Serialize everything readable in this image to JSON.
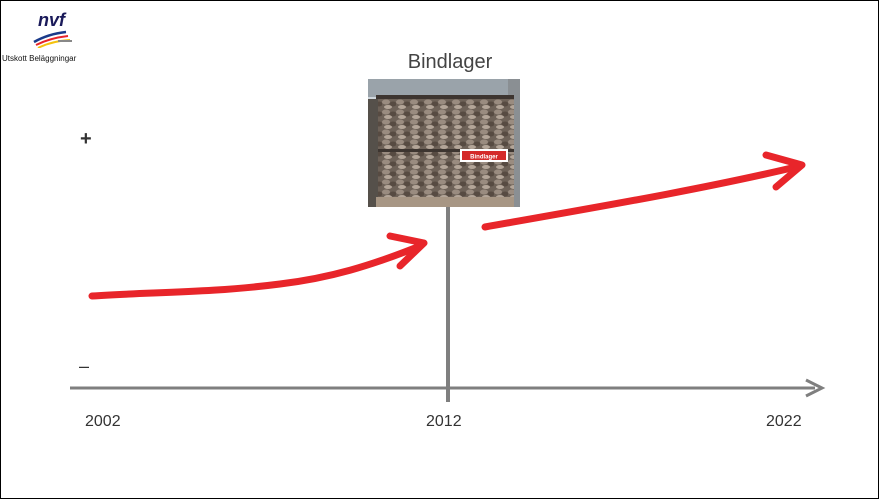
{
  "header": {
    "logo_text": "nvf",
    "org_label": "Utskott Beläggningar"
  },
  "diagram": {
    "title": "Bindlager",
    "plus_symbol": "+",
    "minus_symbol": "–",
    "years": [
      "2002",
      "2012",
      "2022"
    ],
    "photo_sign_text": "Bindlager",
    "colors": {
      "arrow": "#e8252a",
      "axis": "#7f7f7f"
    }
  }
}
